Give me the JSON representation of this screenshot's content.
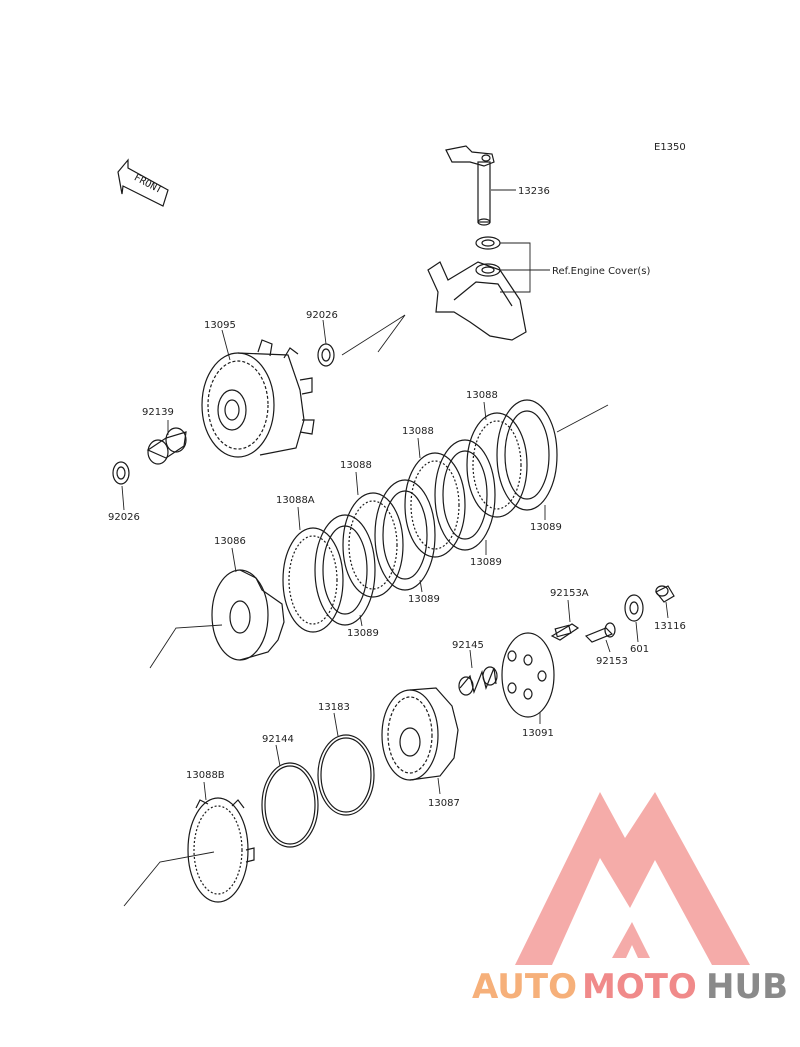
{
  "diagram_code": "E1350",
  "front_label": "FRONT",
  "reference_label": "Ref.Engine Cover(s)",
  "parts": [
    {
      "id": "13236"
    },
    {
      "id": "92026"
    },
    {
      "id": "13095"
    },
    {
      "id": "92139"
    },
    {
      "id": "92026"
    },
    {
      "id": "13088"
    },
    {
      "id": "13088"
    },
    {
      "id": "13088"
    },
    {
      "id": "13088A"
    },
    {
      "id": "13089"
    },
    {
      "id": "13089"
    },
    {
      "id": "13089"
    },
    {
      "id": "13089"
    },
    {
      "id": "13086"
    },
    {
      "id": "92153A"
    },
    {
      "id": "92153"
    },
    {
      "id": "601"
    },
    {
      "id": "13116"
    },
    {
      "id": "92145"
    },
    {
      "id": "13091"
    },
    {
      "id": "13183"
    },
    {
      "id": "92144"
    },
    {
      "id": "13087"
    },
    {
      "id": "13088B"
    }
  ],
  "watermark": {
    "part1": "AUTO",
    "part2": "MOTO",
    "part3": "HUB",
    "colors": {
      "auto": "#f6b07a",
      "moto": "#f08a8a",
      "hub": "#8a8a8a",
      "logo": "#f4a3a0"
    }
  }
}
